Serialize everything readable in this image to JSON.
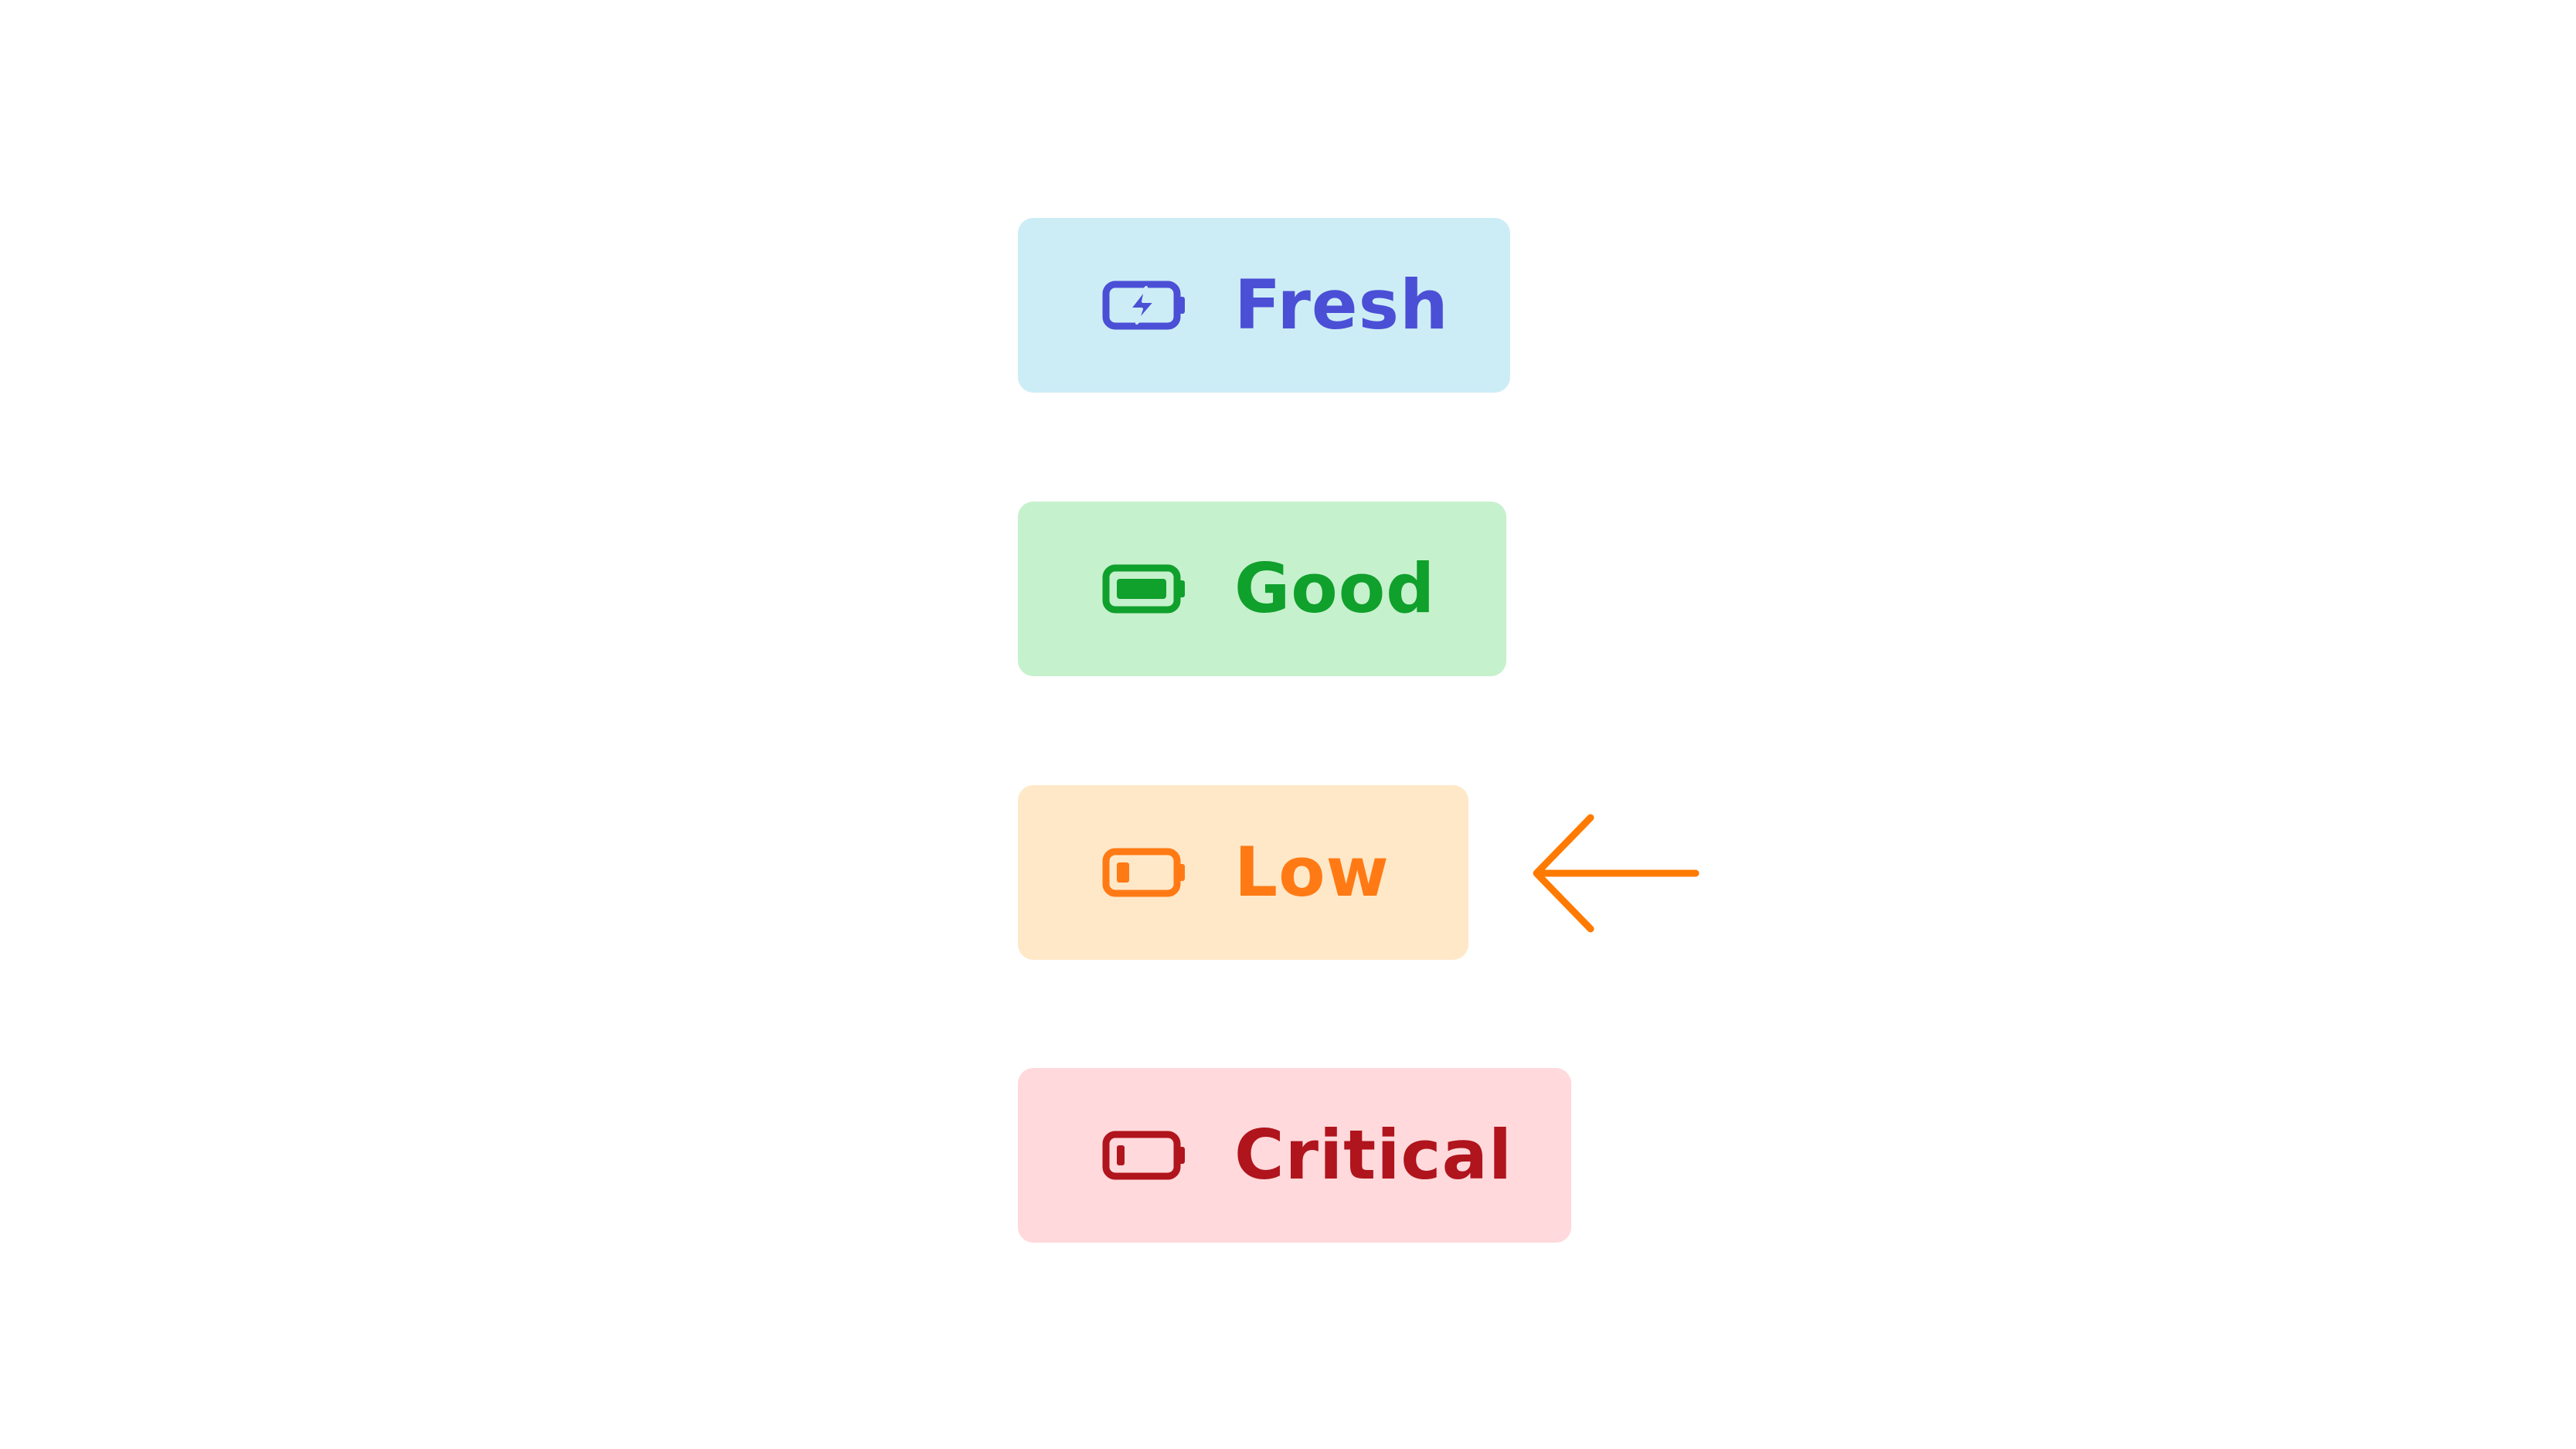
{
  "badges": [
    {
      "id": "fresh",
      "label": "Fresh",
      "icon": "battery-charging-icon",
      "bg_color": "#cdedf6",
      "fg_color": "#4b4fd6"
    },
    {
      "id": "good",
      "label": "Good",
      "icon": "battery-full-icon",
      "bg_color": "#c6f1cd",
      "fg_color": "#10a02c"
    },
    {
      "id": "low",
      "label": "Low",
      "icon": "battery-low-icon",
      "bg_color": "#ffe8c8",
      "fg_color": "#ff7a14"
    },
    {
      "id": "critical",
      "label": "Critical",
      "icon": "battery-critical-icon",
      "bg_color": "#ffd9dc",
      "fg_color": "#b0141c"
    }
  ],
  "pointer": {
    "icon": "arrow-left-icon",
    "color": "#ff7a00",
    "target": "low"
  }
}
